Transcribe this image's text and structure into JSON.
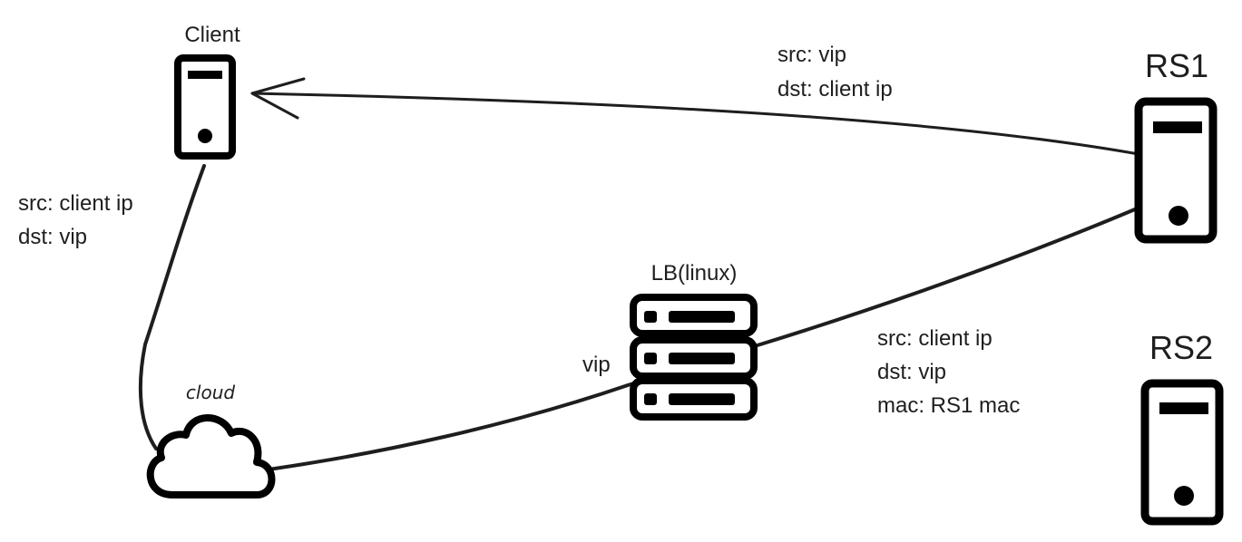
{
  "nodes": {
    "client": {
      "label": "Client"
    },
    "rs1": {
      "label": "RS1"
    },
    "rs2": {
      "label": "RS2"
    },
    "lb": {
      "label": "LB(linux)",
      "interface_label": "vip"
    },
    "cloud": {
      "label": "cloud"
    }
  },
  "annotations": {
    "response": {
      "line1": "src: vip",
      "line2": "dst: client ip"
    },
    "request": {
      "line1": "src: client ip",
      "line2": "dst: vip"
    },
    "forward": {
      "line1": "src: client ip",
      "line2": "dst: vip",
      "line3": "mac: RS1 mac"
    }
  },
  "colors": {
    "stroke": "#1e1e1e",
    "background": "#ffffff"
  }
}
